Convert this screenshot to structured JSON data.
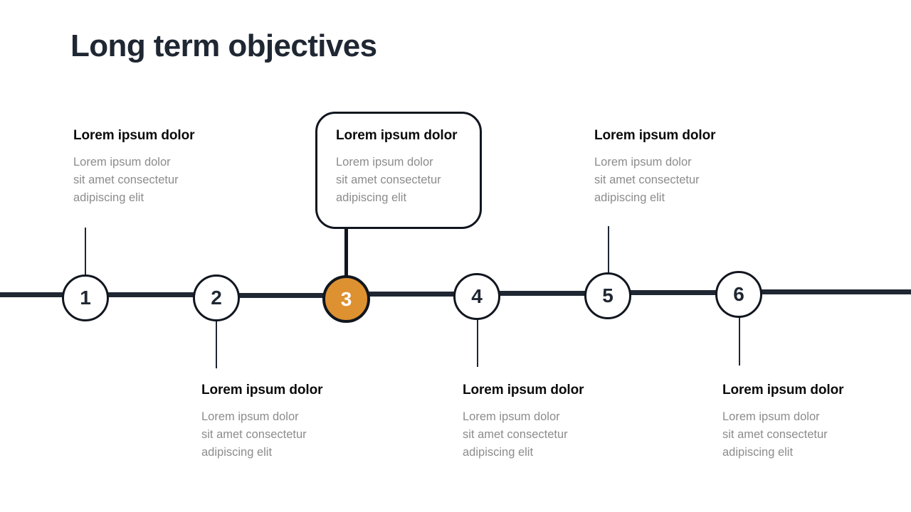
{
  "slide": {
    "title": "Long term objectives",
    "background_color": "#FFFFFF",
    "accent_color": "#DE9130",
    "line_color": "#1F2733",
    "title_color": "#1F2733",
    "heading_color": "#0B0B0B",
    "body_color": "#8C8C8C"
  },
  "timeline": {
    "milestones": [
      {
        "number": "1",
        "position": "above",
        "active": false,
        "heading": "Lorem ipsum dolor",
        "body_lines": [
          "Lorem ipsum dolor",
          "sit amet consectetur",
          "adipiscing elit"
        ]
      },
      {
        "number": "2",
        "position": "below",
        "active": false,
        "heading": "Lorem ipsum dolor",
        "body_lines": [
          "Lorem ipsum dolor",
          "sit amet consectetur",
          "adipiscing elit"
        ]
      },
      {
        "number": "3",
        "position": "above",
        "active": true,
        "heading": "Lorem ipsum dolor",
        "body_lines": [
          "Lorem ipsum dolor",
          "sit amet consectetur",
          "adipiscing elit"
        ]
      },
      {
        "number": "4",
        "position": "below",
        "active": false,
        "heading": "Lorem ipsum dolor",
        "body_lines": [
          "Lorem ipsum dolor",
          "sit amet consectetur",
          "adipiscing elit"
        ]
      },
      {
        "number": "5",
        "position": "above",
        "active": false,
        "heading": "Lorem ipsum dolor",
        "body_lines": [
          "Lorem ipsum dolor",
          "sit amet consectetur",
          "adipiscing elit"
        ]
      },
      {
        "number": "6",
        "position": "below",
        "active": false,
        "heading": "Lorem ipsum dolor",
        "body_lines": [
          "Lorem ipsum dolor",
          "sit amet consectetur",
          "adipiscing elit"
        ]
      }
    ]
  }
}
